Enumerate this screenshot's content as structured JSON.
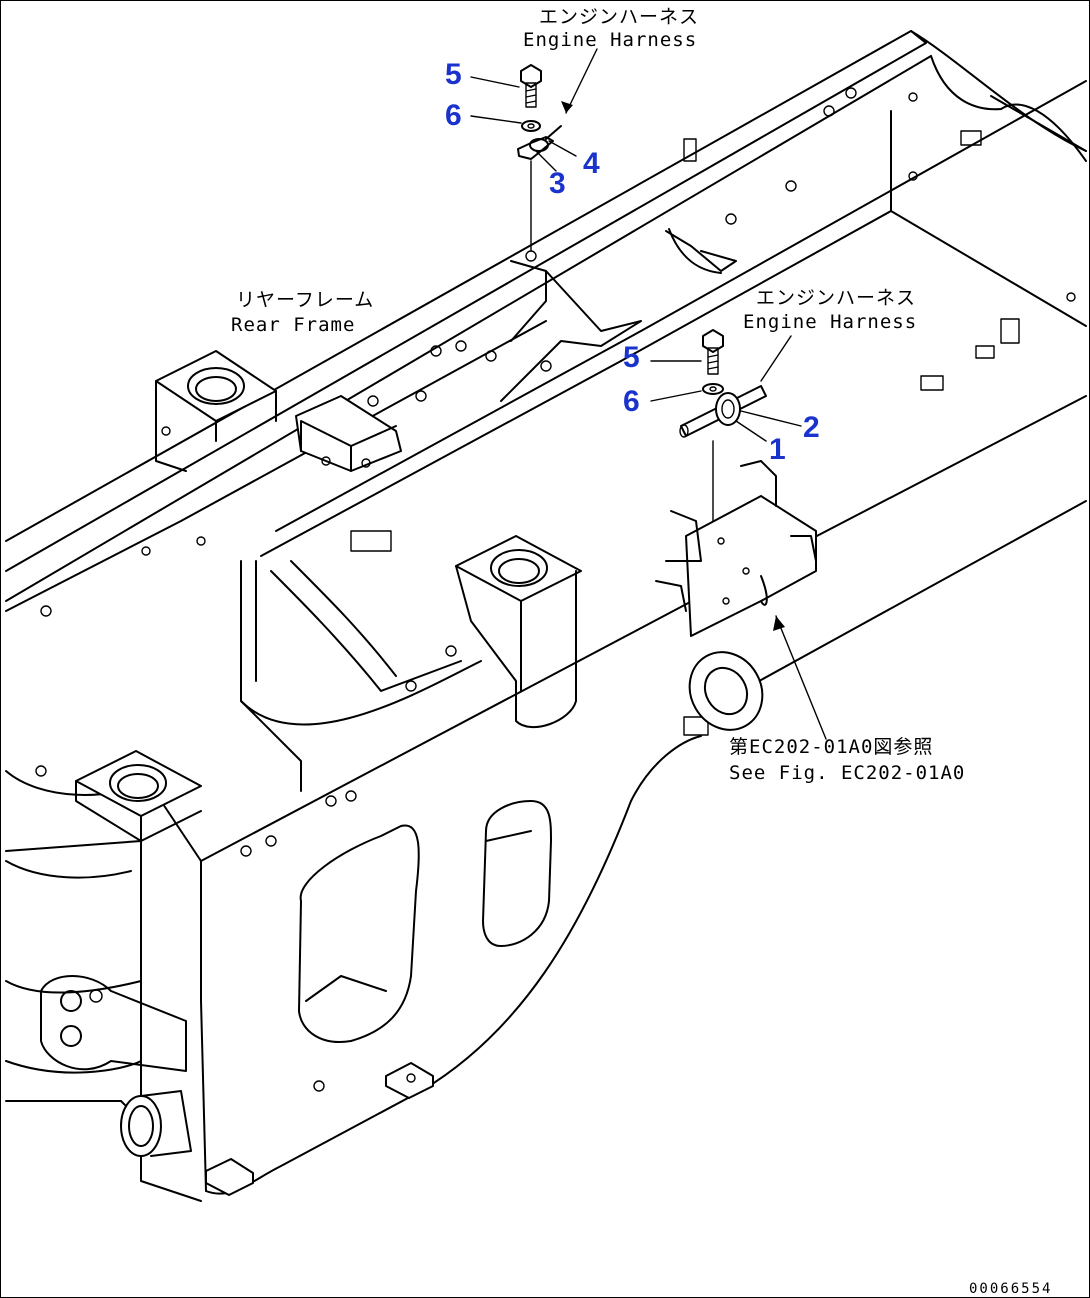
{
  "labels": {
    "engine_harness_top_jp": "エンジンハーネス",
    "engine_harness_top_en": "Engine Harness",
    "engine_harness_mid_jp": "エンジンハーネス",
    "engine_harness_mid_en": "Engine Harness",
    "rear_frame_jp": "リヤーフレーム",
    "rear_frame_en": "Rear Frame",
    "see_fig_jp": "第EC202-01A0図参照",
    "see_fig_en": "See Fig. EC202-01A0"
  },
  "callouts": {
    "c1": "1",
    "c2": "2",
    "c3": "3",
    "c4": "4",
    "c5_top": "5",
    "c6_top": "6",
    "c5_mid": "5",
    "c6_mid": "6"
  },
  "drawing_code": "00066554",
  "colors": {
    "callout": "#1a33cc",
    "line": "#000000",
    "background": "#ffffff"
  }
}
